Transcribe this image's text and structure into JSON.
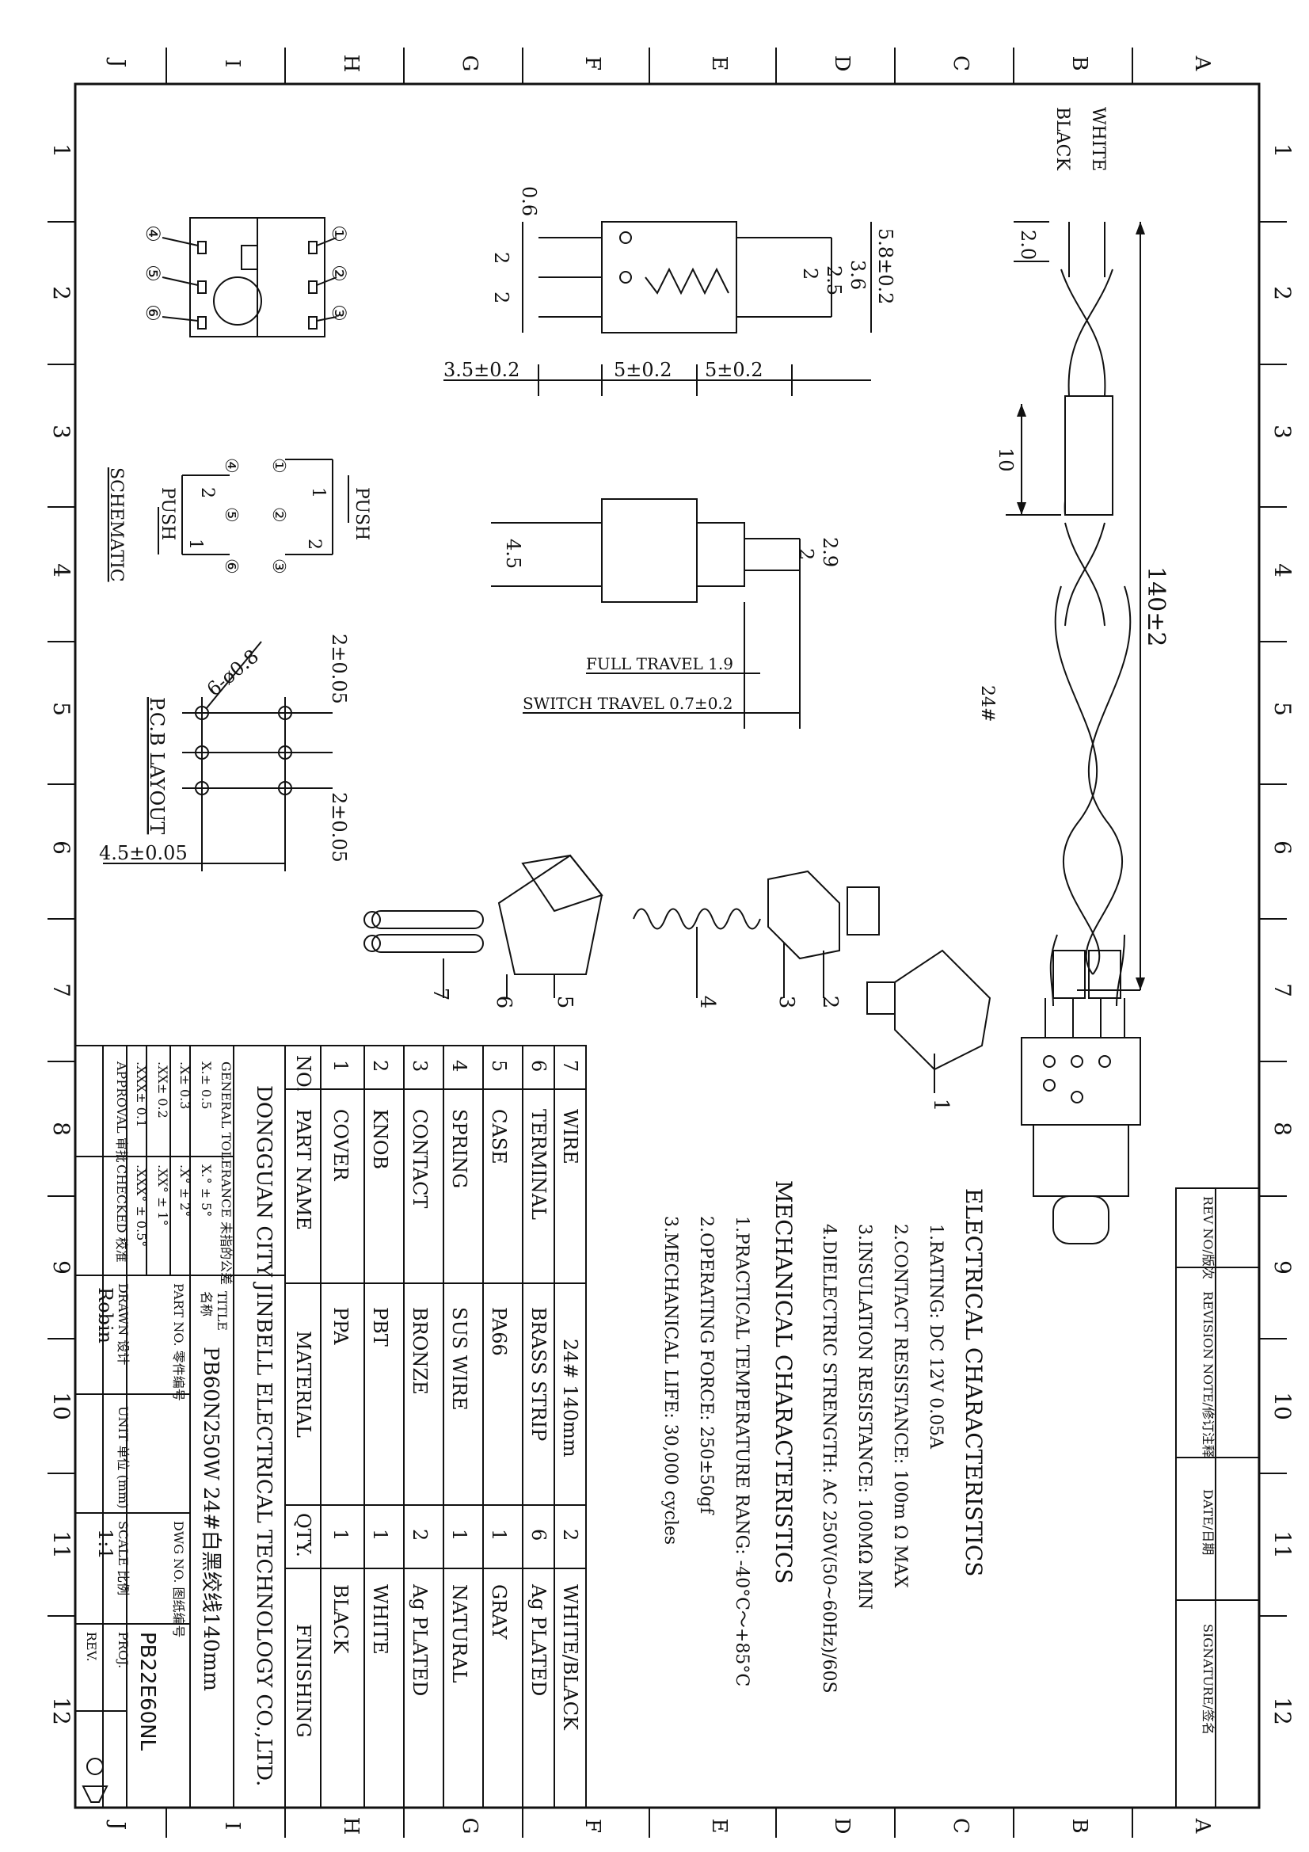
{
  "frame": {
    "rows_top": [
      "J",
      "I",
      "H",
      "G",
      "F",
      "E",
      "D",
      "C",
      "B",
      "A"
    ],
    "rows_bottom": [
      "J",
      "I",
      "H",
      "G",
      "F",
      "E",
      "D",
      "C",
      "B",
      "A"
    ],
    "cols": [
      "1",
      "2",
      "3",
      "4",
      "5",
      "6",
      "7",
      "8",
      "9",
      "10",
      "11",
      "12"
    ]
  },
  "wire": {
    "white": "WHITE",
    "black": "BLACK",
    "dim_lead": "2.0",
    "dim_sleeve": "10",
    "dim_length": "140±2",
    "gauge_callout": "24#"
  },
  "pin_diagram": {
    "labels": [
      "④",
      "⑤",
      "⑥",
      "①",
      "②",
      "③"
    ]
  },
  "side_view": {
    "dims": [
      "0.6",
      "2",
      "2",
      "5.8±0.2",
      "3.6",
      "2.5",
      "2",
      "3.5±0.2",
      "5±0.2",
      "5±0.2"
    ]
  },
  "top_view": {
    "dims": [
      "4.5",
      "2.9",
      "2"
    ],
    "full_travel": "FULL TRAVEL 1.9",
    "switch_travel": "SWITCH TRAVEL 0.7±0.2"
  },
  "schematic": {
    "title": "SCHEMATIC",
    "push_left": "PUSH",
    "push_right": "PUSH",
    "pins": [
      "④",
      "⑤",
      "⑥",
      "①",
      "②",
      "③"
    ],
    "nums": [
      "2",
      "1",
      "1",
      "2"
    ]
  },
  "pcb": {
    "title": "P.C.B LAYOUT",
    "hole": "6-ø0.8",
    "dim_top": "2±0.05",
    "dim_mid": "2±0.05",
    "dim_bottom": "4.5±0.05"
  },
  "exploded": {
    "callouts": [
      "7",
      "6",
      "5",
      "4",
      "3",
      "2",
      "1"
    ]
  },
  "electrical": {
    "heading": "ELECTRICAL CHARACTERISTICS",
    "lines": [
      "1.RATING: DC 12V 0.05A",
      "2.CONTACT RESISTANCE: 100m Ω MAX",
      "3.INSULATION RESISTANCE: 100MΩ MIN",
      "4.DIELECTRIC STRENGTH: AC 250V(50~60Hz)/60S"
    ]
  },
  "mechanical": {
    "heading": "MECHANICAL CHARACTERISTICS",
    "lines": [
      "1.PRACTICAL TEMPERATURE RANG: -40°C～+85°C",
      "2.OPERATING FORCE: 250±50gf",
      "3.MECHANICAL LIFE: 30,000 cycles"
    ]
  },
  "revision": {
    "headers": [
      "REV NO/版次",
      "REVISION NOTE/修订注释",
      "DATE/日期",
      "SIGNATURE/签名"
    ]
  },
  "bom": {
    "headers": [
      "NO.",
      "PART NAME",
      "MATERIAL",
      "QTY.",
      "FINISHING"
    ],
    "rows": [
      [
        "7",
        "WIRE",
        "24# 140mm",
        "2",
        "WHITE/BLACK"
      ],
      [
        "6",
        "TERMINAL",
        "BRASS STRIP",
        "6",
        "Ag PLATED"
      ],
      [
        "5",
        "CASE",
        "PA66",
        "1",
        "GRAY"
      ],
      [
        "4",
        "SPRING",
        "SUS WIRE",
        "1",
        "NATURAL"
      ],
      [
        "3",
        "CONTACT",
        "BRONZE",
        "2",
        "Ag PLATED"
      ],
      [
        "2",
        "KNOB",
        "PBT",
        "1",
        "WHITE"
      ],
      [
        "1",
        "COVER",
        "PPA",
        "1",
        "BLACK"
      ]
    ]
  },
  "title_block": {
    "company": "DONGGUAN CITY JINBELL ELECTRICAL TECHNOLOGY CO.,LTD.",
    "tolerance_heading": "GENERAL TOLERANCE 未指的公差",
    "tol_1": "X.± 0.5",
    "tol_2": "X.° ± 5°",
    "tol_3": ".X± 0.3",
    "tol_4": ".X° ± 2°",
    "tol_5": ".XX± 0.2",
    "tol_6": ".XX° ± 1°",
    "tol_7": ".XXX± 0.1",
    "tol_8": ".XXX° ± 0.5°",
    "approval": "APPROVAL 审批",
    "checked": "CHECKED 校准",
    "title_label": "TITLE",
    "name_label": "名称",
    "title_value": "PB60N250W 24#白黑绞线140mm",
    "part_no": "PART NO. 零件编号",
    "dwg_no": "DWG NO. 图纸编号",
    "dwg_value": "PB22E60NL",
    "drawn_label": "DRAWN 设计",
    "drawn_value": "Robin",
    "unit": "UNIT 单位 (mm)",
    "scale_label": "SCALE 比例",
    "scale_value": "1:1",
    "proj": "PROJ.",
    "rev": "REV."
  }
}
